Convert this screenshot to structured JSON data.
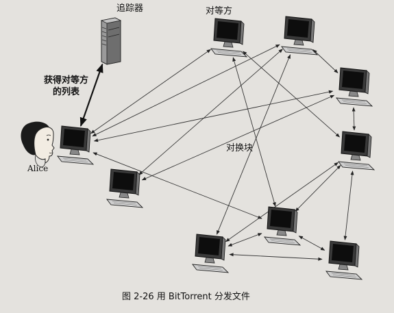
{
  "labels": {
    "tracker": "追踪器",
    "peers": "对等方",
    "get_list_line1": "获得对等方",
    "get_list_line2": "的列表",
    "alice": "Alice",
    "swap_chunks": "对换块"
  },
  "caption": "图 2-26   用 BitTorrent 分发文件",
  "nodes": [
    {
      "id": "tracker",
      "kind": "server"
    },
    {
      "id": "alice",
      "kind": "computer"
    },
    {
      "id": "peer-top-a",
      "kind": "computer"
    },
    {
      "id": "peer-top-b",
      "kind": "computer"
    },
    {
      "id": "peer-right-a",
      "kind": "computer"
    },
    {
      "id": "peer-right-b",
      "kind": "computer"
    },
    {
      "id": "peer-mid-left",
      "kind": "computer"
    },
    {
      "id": "peer-bottom-mid",
      "kind": "computer"
    },
    {
      "id": "peer-bottom-left",
      "kind": "computer"
    },
    {
      "id": "peer-bottom-right",
      "kind": "computer"
    }
  ],
  "edges": [
    {
      "from": "alice",
      "to": "tracker"
    },
    {
      "from": "alice",
      "to": "peer-top-a"
    },
    {
      "from": "alice",
      "to": "peer-top-b"
    },
    {
      "from": "alice",
      "to": "peer-right-a"
    },
    {
      "from": "alice",
      "to": "peer-bottom-mid"
    },
    {
      "from": "peer-top-a",
      "to": "peer-right-b"
    },
    {
      "from": "peer-top-a",
      "to": "peer-bottom-mid"
    },
    {
      "from": "peer-top-b",
      "to": "peer-mid-left"
    },
    {
      "from": "peer-top-b",
      "to": "peer-right-a"
    },
    {
      "from": "peer-top-b",
      "to": "peer-bottom-left"
    },
    {
      "from": "peer-right-a",
      "to": "peer-mid-left"
    },
    {
      "from": "peer-right-a",
      "to": "peer-right-b"
    },
    {
      "from": "peer-right-b",
      "to": "peer-bottom-mid"
    },
    {
      "from": "peer-right-b",
      "to": "peer-bottom-right"
    },
    {
      "from": "peer-right-b",
      "to": "peer-bottom-left"
    },
    {
      "from": "peer-bottom-mid",
      "to": "peer-bottom-left"
    },
    {
      "from": "peer-bottom-mid",
      "to": "peer-bottom-right"
    },
    {
      "from": "peer-bottom-left",
      "to": "peer-bottom-right"
    }
  ]
}
